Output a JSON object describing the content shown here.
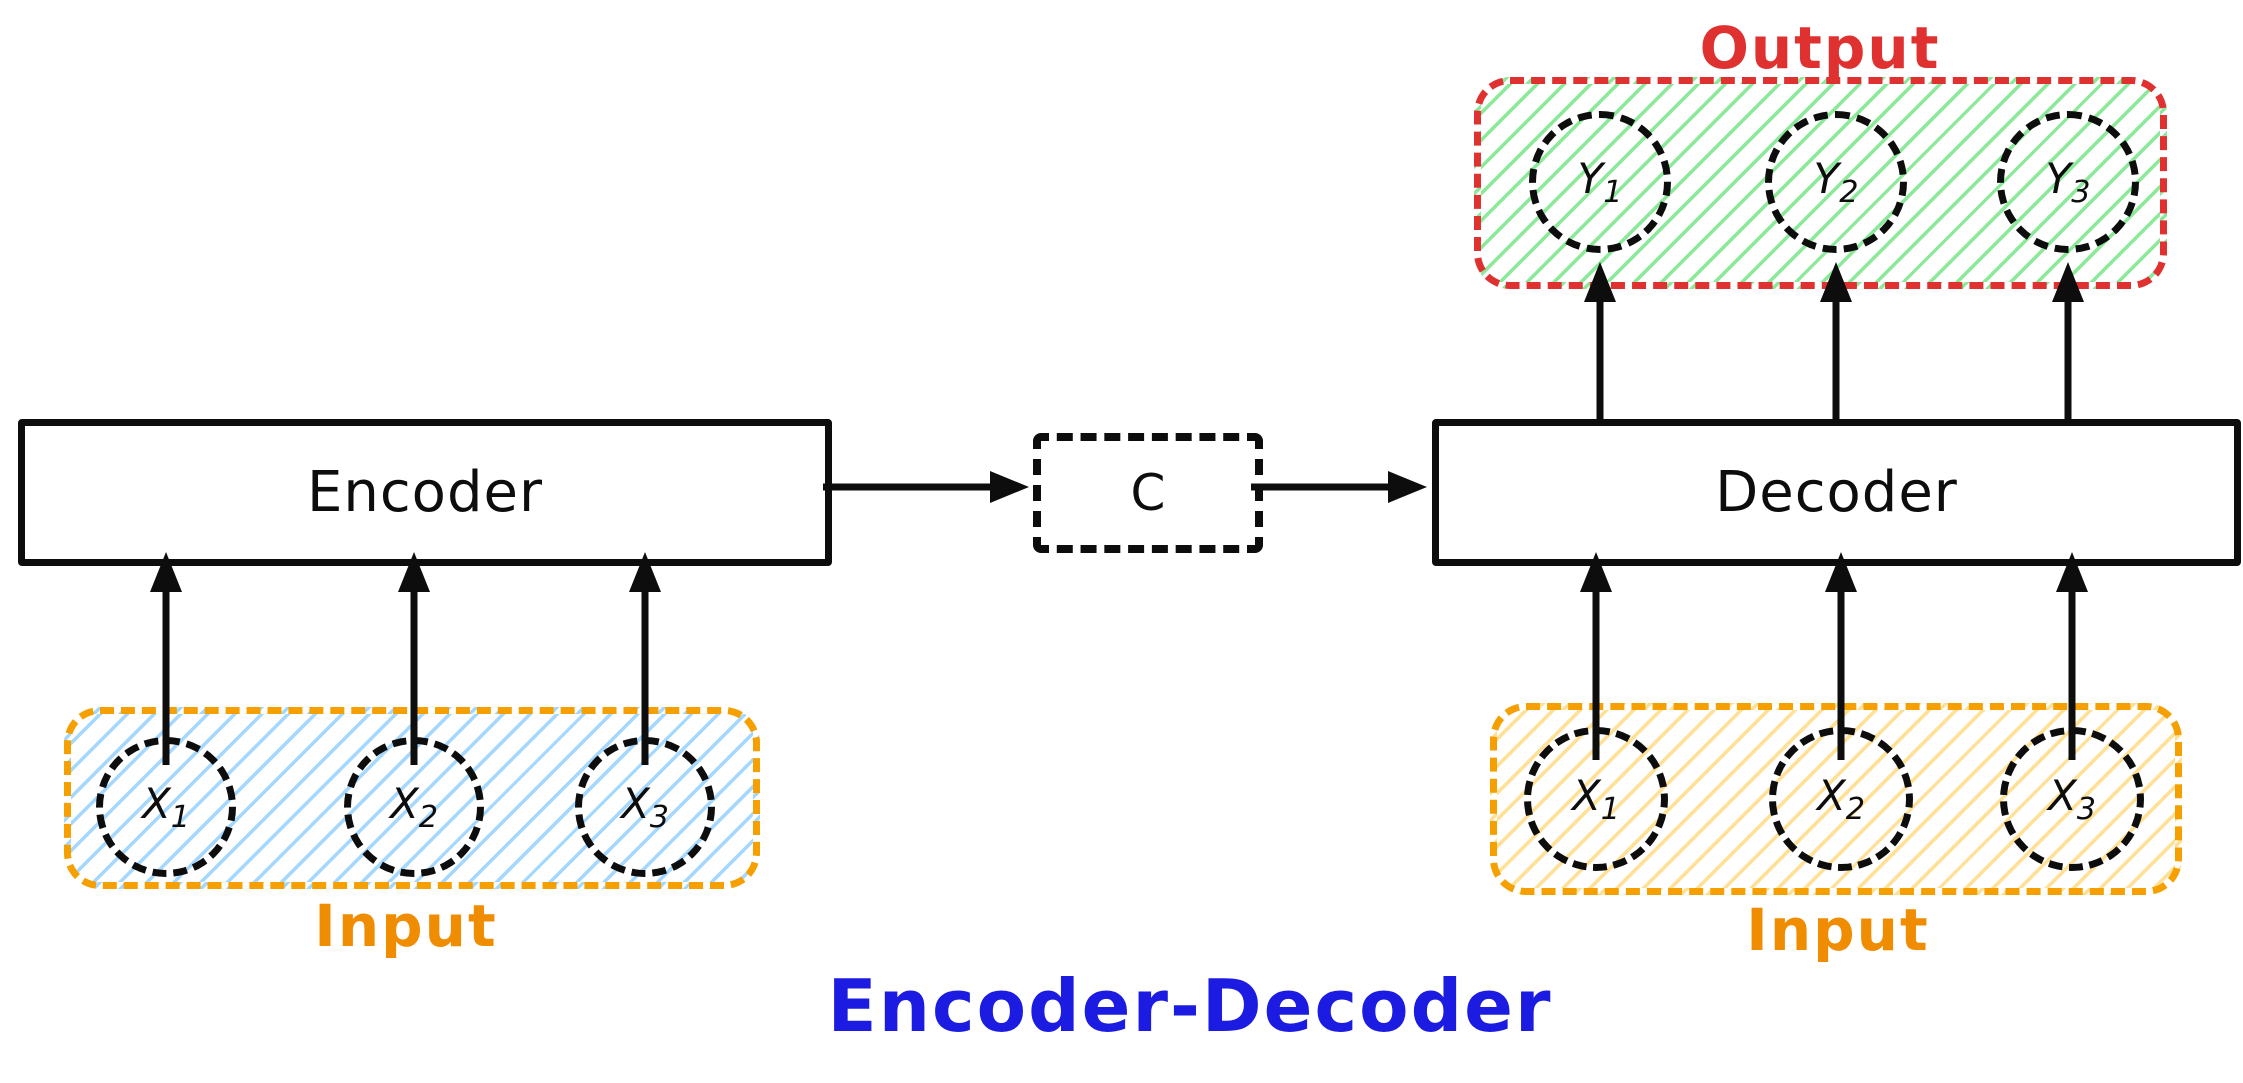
{
  "title": {
    "text": "Encoder-Decoder",
    "color": "#1b1be1"
  },
  "encoder": {
    "label": "Encoder"
  },
  "context": {
    "label": "C"
  },
  "decoder": {
    "label": "Decoder"
  },
  "left_input": {
    "label": "Input",
    "nodes": [
      {
        "base": "X",
        "sub": "1"
      },
      {
        "base": "X",
        "sub": "2"
      },
      {
        "base": "X",
        "sub": "3"
      }
    ]
  },
  "right_input": {
    "label": "Input",
    "nodes": [
      {
        "base": "X",
        "sub": "1"
      },
      {
        "base": "X",
        "sub": "2"
      },
      {
        "base": "X",
        "sub": "3"
      }
    ]
  },
  "output": {
    "label": "Output",
    "nodes": [
      {
        "base": "Y",
        "sub": "1"
      },
      {
        "base": "Y",
        "sub": "2"
      },
      {
        "base": "Y",
        "sub": "3"
      }
    ]
  },
  "colors": {
    "ink": "#0d0d0d",
    "output_border": "#e03131",
    "output_hatch": "#8ce99a",
    "input_border": "#f59f00",
    "input_caption": "#f08c00",
    "left_input_hatch": "#a5d8ff",
    "right_input_hatch": "#ffe094",
    "title_blue": "#1b1be1"
  }
}
